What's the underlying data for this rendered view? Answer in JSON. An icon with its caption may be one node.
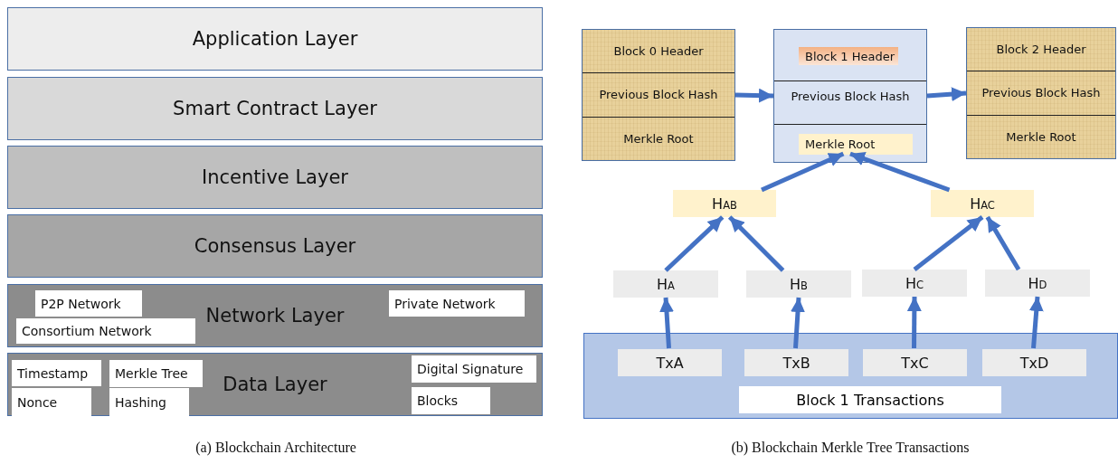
{
  "diagram": {
    "nodes": [
      {
        "text": [
          "Application Layer"
        ]
      },
      {
        "text": [
          "Smart Contract Layer"
        ]
      },
      {
        "text": [
          "Incentive Layer"
        ]
      },
      {
        "text": [
          "Consensus Layer"
        ]
      },
      {
        "text": [
          "Network Layer"
        ]
      },
      {
        "text": [
          "P2P Network"
        ],
        "in": 4
      },
      {
        "text": [
          "Consortium Network"
        ],
        "in": 4
      },
      {
        "text": [
          "Private Network"
        ],
        "in": 4
      },
      {
        "text": [
          "Data Layer"
        ]
      },
      {
        "text": [
          "Timestamp"
        ],
        "in": 8
      },
      {
        "text": [
          "Merkle Tree"
        ],
        "in": 8
      },
      {
        "text": [
          "Digital Signature"
        ],
        "in": 8
      },
      {
        "text": [
          "Nonce"
        ],
        "in": 8
      },
      {
        "text": [
          "Hashing"
        ],
        "in": 8
      },
      {
        "text": [
          "Blocks"
        ],
        "in": 8
      },
      {
        "text": [
          "Block 0 Header",
          "Previous Block Hash",
          "Merkle Root"
        ]
      },
      {
        "text": [
          "Previous Block Hash"
        ]
      },
      {
        "text": [
          "Block 1 Header"
        ],
        "in": 16
      },
      {
        "text": [
          "Merkle Root"
        ],
        "in": 16
      },
      {
        "text": [
          "Block 2 Header",
          "Previous Block Hash",
          "Merkle Root"
        ]
      },
      {
        "text": [
          "H$_{AB}$"
        ]
      },
      {
        "text": [
          "H$_{AC}$"
        ]
      },
      {
        "text": [
          "H$_{A}$"
        ]
      },
      {
        "text": [
          "H$_{B}$"
        ]
      },
      {
        "text": [
          "H$_{C}$"
        ]
      },
      {
        "text": [
          "H$_{D}$"
        ]
      },
      {
        "text": [],
        "shape": "box"
      },
      {
        "text": [
          "TxA"
        ],
        "in": 26
      },
      {
        "text": [
          "TxB"
        ],
        "in": 26
      },
      {
        "text": [
          "TxC"
        ],
        "in": 26
      },
      {
        "text": [
          "TxD"
        ],
        "in": 26
      },
      {
        "text": [
          "Block 1 Transactions"
        ],
        "in": 26
      }
    ],
    "edges": [
      {
        "from": 15,
        "to": 16,
        "arrow": "to"
      },
      {
        "from": 16,
        "to": 19,
        "arrow": "to"
      },
      {
        "from": 20,
        "to": 18,
        "arrow": "to"
      },
      {
        "from": 21,
        "to": 18,
        "arrow": "to"
      },
      {
        "from": 22,
        "to": 20,
        "arrow": "to"
      },
      {
        "from": 23,
        "to": 20,
        "arrow": "to"
      },
      {
        "from": 24,
        "to": 21,
        "arrow": "to"
      },
      {
        "from": 25,
        "to": 21,
        "arrow": "to"
      },
      {
        "from": 27,
        "to": 22,
        "arrow": "to"
      },
      {
        "from": 28,
        "to": 23,
        "arrow": "to"
      },
      {
        "from": 29,
        "to": 24,
        "arrow": "to"
      },
      {
        "from": 30,
        "to": 25,
        "arrow": "to"
      }
    ],
    "labels": [
      "(a) Blockchain Architecture",
      "(b) Blockchain Merkle Tree Transactions"
    ]
  }
}
